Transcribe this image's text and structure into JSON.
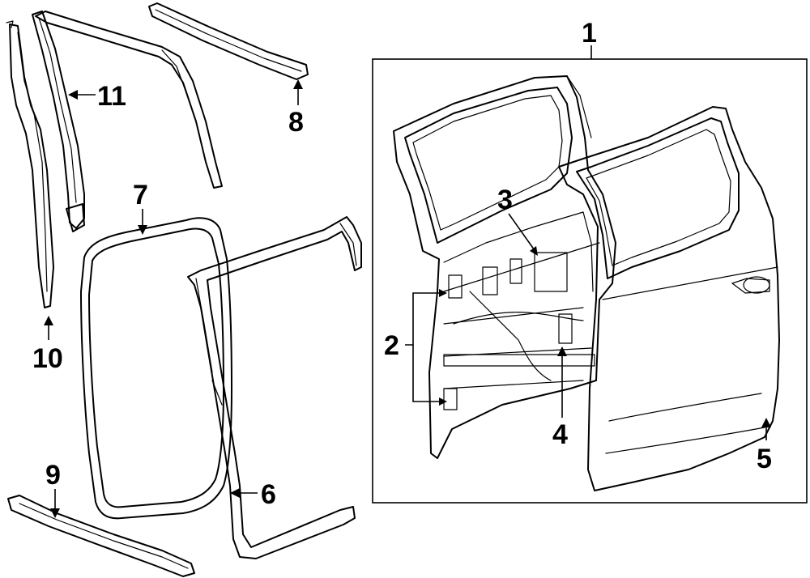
{
  "callouts": {
    "c1": "1",
    "c2": "2",
    "c3": "3",
    "c4": "4",
    "c5": "5",
    "c6": "6",
    "c7": "7",
    "c8": "8",
    "c9": "9",
    "c10": "10",
    "c11": "11"
  },
  "colors": {
    "line": "#000000",
    "background": "#ffffff"
  }
}
